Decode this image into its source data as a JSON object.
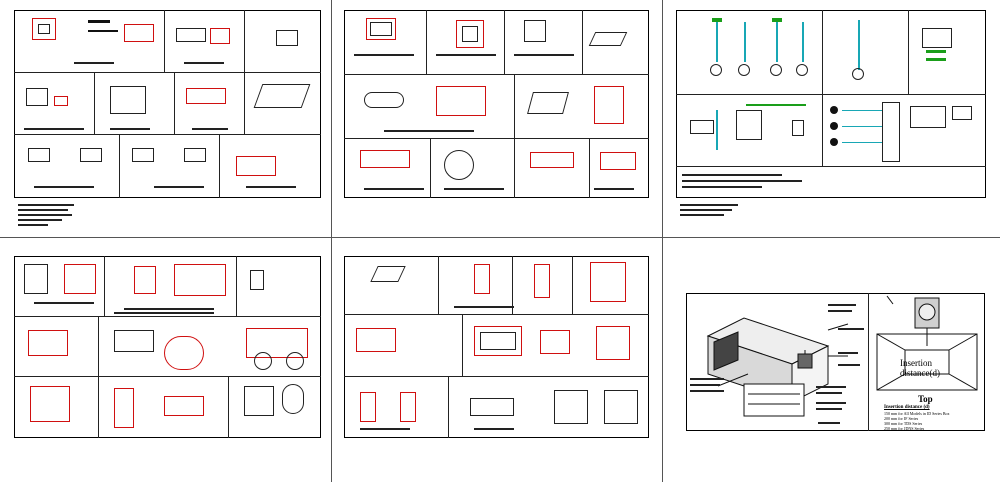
{
  "detail_panel": {
    "label_distance": "Insertion distance(d)",
    "label_top": "Top",
    "note_title": "Insertion distance (d)",
    "note_lines": [
      "150 mm for All Models in ID Series Box",
      "200 mm for IF Series",
      "300 mm for TDS Series",
      "250 mm for JDNS Series"
    ]
  },
  "colors": {
    "line": "#111111",
    "red": "#e01010",
    "green": "#1a9e1a",
    "cyan": "#18a7b5"
  }
}
